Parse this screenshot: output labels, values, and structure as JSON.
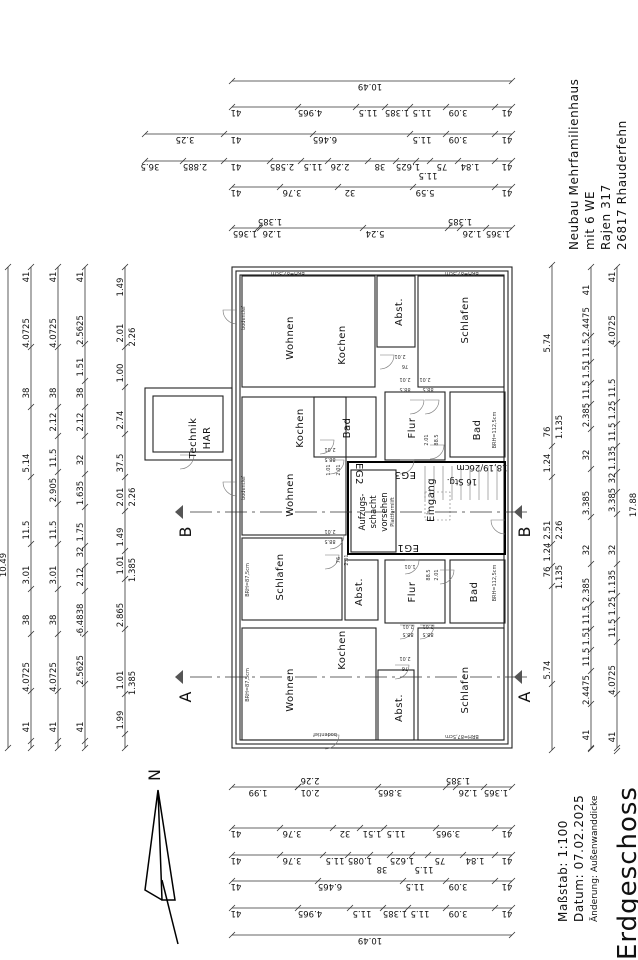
{
  "title_block": {
    "project": "Neubau Mehrfamilienhaus",
    "units": "mit 6 WE",
    "street": "Rajen 317",
    "city": "26817 Rhauderfehn",
    "scale": "Maßstab: 1:100",
    "date": "Datum: 07.02.2025",
    "change": "Änderung: Außenwanddicke",
    "floor": "Erdgeschoss"
  },
  "north_label": "N",
  "section_labels": {
    "a": "A",
    "b": "B"
  },
  "rooms": {
    "top_wohnen": "Wohnen",
    "top_kochen": "Kochen",
    "top_abst": "Abst.",
    "top_schlafen": "Schlafen",
    "technik": "Technik",
    "har": "HAR",
    "mid_kochen": "Kochen",
    "mid_bad": "Bad",
    "mid_flur": "Flur",
    "mid_bad_right": "Bad",
    "mid_wohnen": "Wohnen",
    "eg1": "EG1",
    "eg2": "EG2",
    "eg3": "EG3",
    "eingang": "Eingang",
    "aufzug_1": "Aufzugs-",
    "aufzug_2": "schacht",
    "aufzug_3": "vorsehen",
    "aufzug_4": "Plattformlift",
    "stair_steps": "16 Stg.",
    "stair_size": "18,19/26cm",
    "low_schlafen_left": "Schlafen",
    "low_abst_left": "Abst.",
    "low_flur": "Flur",
    "low_bad": "Bad",
    "bot_kochen": "Kochen",
    "bot_wohnen": "Wohnen",
    "bot_abst": "Abst.",
    "bot_schlafen": "Schlafen"
  },
  "annotations": [
    "BRH=87,5cm",
    "BRH=87,5cm",
    "bodentief",
    "2.01",
    "76",
    "2.01",
    "88.5",
    "2.01",
    "88.5",
    "2.01",
    "88.5",
    "2.01",
    "88.5",
    "BRH=112,5cm",
    "bodentief",
    "1.01",
    "2.01",
    "2.01",
    "88.5",
    "76",
    "2.01",
    "BRH=87,5cm",
    "1.01",
    "88.5",
    "2.01",
    "BRH=112,5cm",
    "2.01",
    "88.5",
    "2.01",
    "88.5",
    "BRH=87,5cm",
    "2.01",
    "76",
    "bodentief",
    "BRH=87,5cm"
  ],
  "dims": {
    "top": [
      [
        "10.49"
      ],
      [
        "41",
        "4.965",
        "11.5",
        "1.385",
        "11.5",
        "3.09",
        "41"
      ],
      [
        "3.25",
        "41",
        "6.465",
        "11.5",
        "3.09",
        "41"
      ],
      [
        "36.5",
        "2.885",
        "41",
        "2.585",
        "11.5",
        "2.26",
        "38",
        "1.625",
        "11.5",
        "75",
        "1.84",
        "41"
      ],
      [
        "41",
        "3.76",
        "32",
        "5.59",
        "41"
      ],
      [
        "1.365",
        "1.26",
        "1.385",
        "5.24",
        "1.385",
        "1.26",
        "1.365"
      ]
    ],
    "bottom": [
      [
        "1.99",
        "2.01",
        "2.26",
        "3.865",
        "1.385",
        "1.26",
        "1.365"
      ],
      [
        "41",
        "3.76",
        "32",
        "1.51",
        "11.5",
        "3.965",
        "41"
      ],
      [
        "41",
        "3.76",
        "11.5",
        "1.085",
        "38",
        "1.625",
        "11.5",
        "75",
        "1.84",
        "41"
      ],
      [
        "41",
        "6.465",
        "11.5",
        "3.09",
        "41"
      ],
      [
        "41",
        "4.965",
        "11.5",
        "1.385",
        "11.5",
        "3.09",
        "41"
      ],
      [
        "10.49"
      ]
    ],
    "left": [
      [
        "10.49"
      ],
      [
        "41",
        "4.0725",
        "38",
        "5.14",
        "11.5",
        "3.01",
        "38",
        "4.0725",
        "41"
      ],
      [
        "41",
        "4.0725",
        "38",
        "2.12",
        "11.5",
        "2.905",
        "11.5",
        "3.01",
        "38",
        "4.0725",
        "41"
      ],
      [
        "41",
        "2.5625",
        "1.51",
        "38",
        "2.12",
        "32",
        "1.635",
        "1.75",
        "32",
        "2.12",
        "-6.4838",
        "2.5625",
        "41"
      ],
      [
        "1.49",
        "2.01",
        "1.00",
        "2.74",
        "37.5",
        "2.01",
        "1.49",
        "1.01",
        "2.865",
        "1.01",
        "1.99",
        "2.26",
        "2.26",
        "1.385",
        "1.385"
      ]
    ],
    "right": [
      [
        "5.74",
        "76",
        "1.24",
        "2.51",
        "1.24",
        "76",
        "5.74",
        "1.135",
        "2.26",
        "1.135"
      ],
      [
        "41",
        "2.4475",
        "11.5",
        "1.51",
        "11.5",
        "2.385",
        "32",
        "3.385",
        "32",
        "2.385",
        "11.5",
        "1.51",
        "11.5",
        "2.4475",
        "41"
      ],
      [
        "41",
        "4.0725",
        "11.5",
        "1.25",
        "11.5",
        "1.135",
        "32",
        "3.385",
        "32",
        "1.135",
        "1.25",
        "11.5",
        "4.0725",
        "41"
      ],
      [
        "17.88"
      ]
    ]
  }
}
